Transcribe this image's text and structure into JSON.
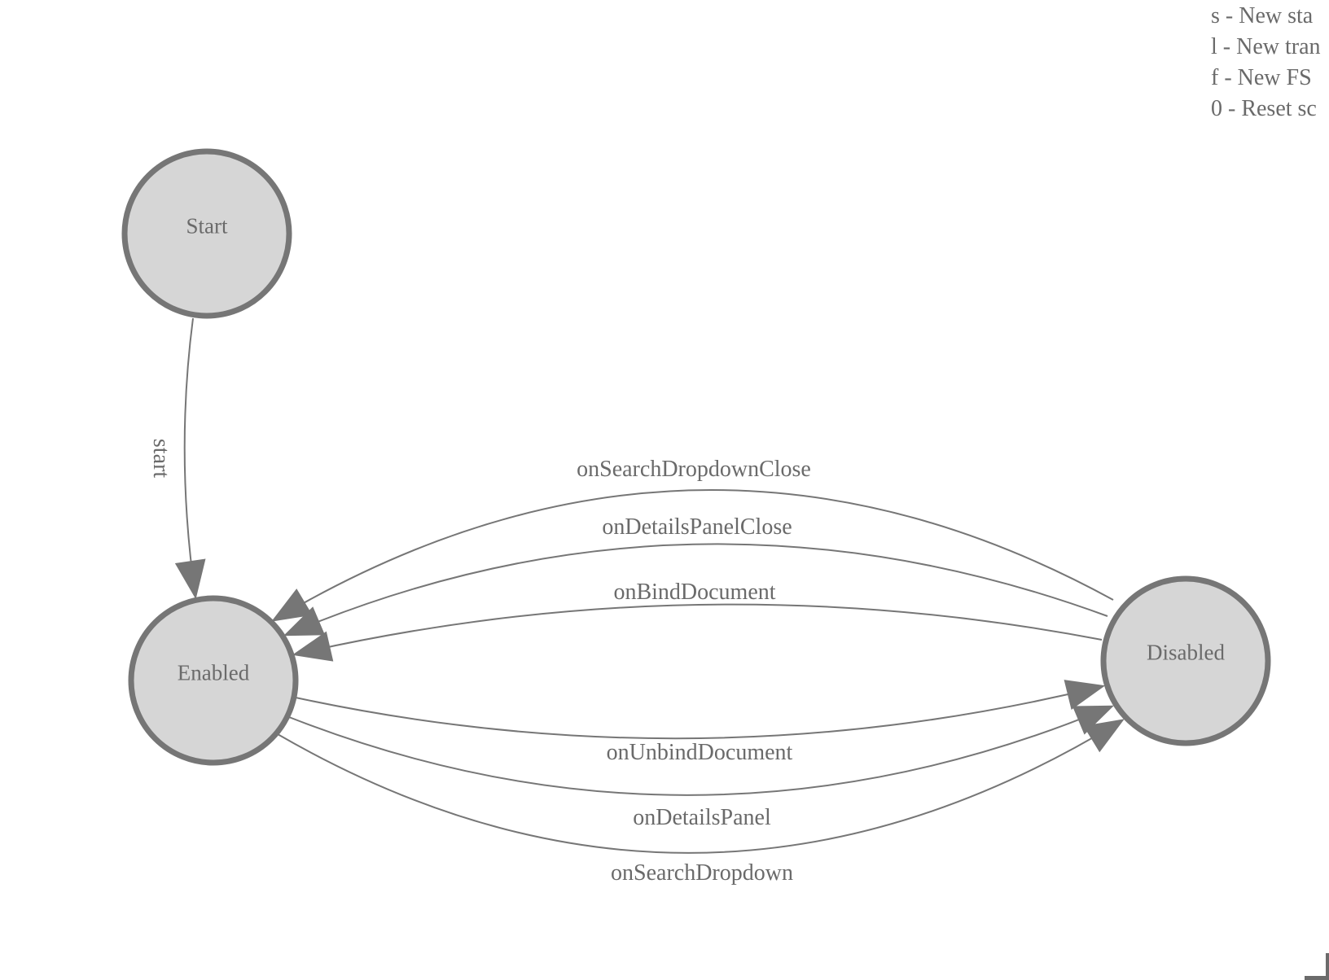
{
  "diagram": {
    "states": [
      {
        "label": "Start"
      },
      {
        "label": "Enabled"
      },
      {
        "label": "Disabled"
      }
    ],
    "transitions": [
      {
        "label": "start",
        "from": "Start",
        "to": "Enabled"
      },
      {
        "label": "onSearchDropdownClose",
        "from": "Disabled",
        "to": "Enabled"
      },
      {
        "label": "onDetailsPanelClose",
        "from": "Disabled",
        "to": "Enabled"
      },
      {
        "label": "onBindDocument",
        "from": "Disabled",
        "to": "Enabled"
      },
      {
        "label": "onUnbindDocument",
        "from": "Enabled",
        "to": "Disabled"
      },
      {
        "label": "onDetailsPanel",
        "from": "Enabled",
        "to": "Disabled"
      },
      {
        "label": "onSearchDropdown",
        "from": "Enabled",
        "to": "Disabled"
      }
    ]
  },
  "legend": {
    "lines": [
      "s - New sta",
      "l - New tran",
      "f - New FS",
      "0 - Reset sc"
    ]
  },
  "colors": {
    "node_fill": "#d6d6d6",
    "edge_stroke": "#767676",
    "text": "#6a6a6a",
    "corner_mark": "#6b6b6b"
  }
}
